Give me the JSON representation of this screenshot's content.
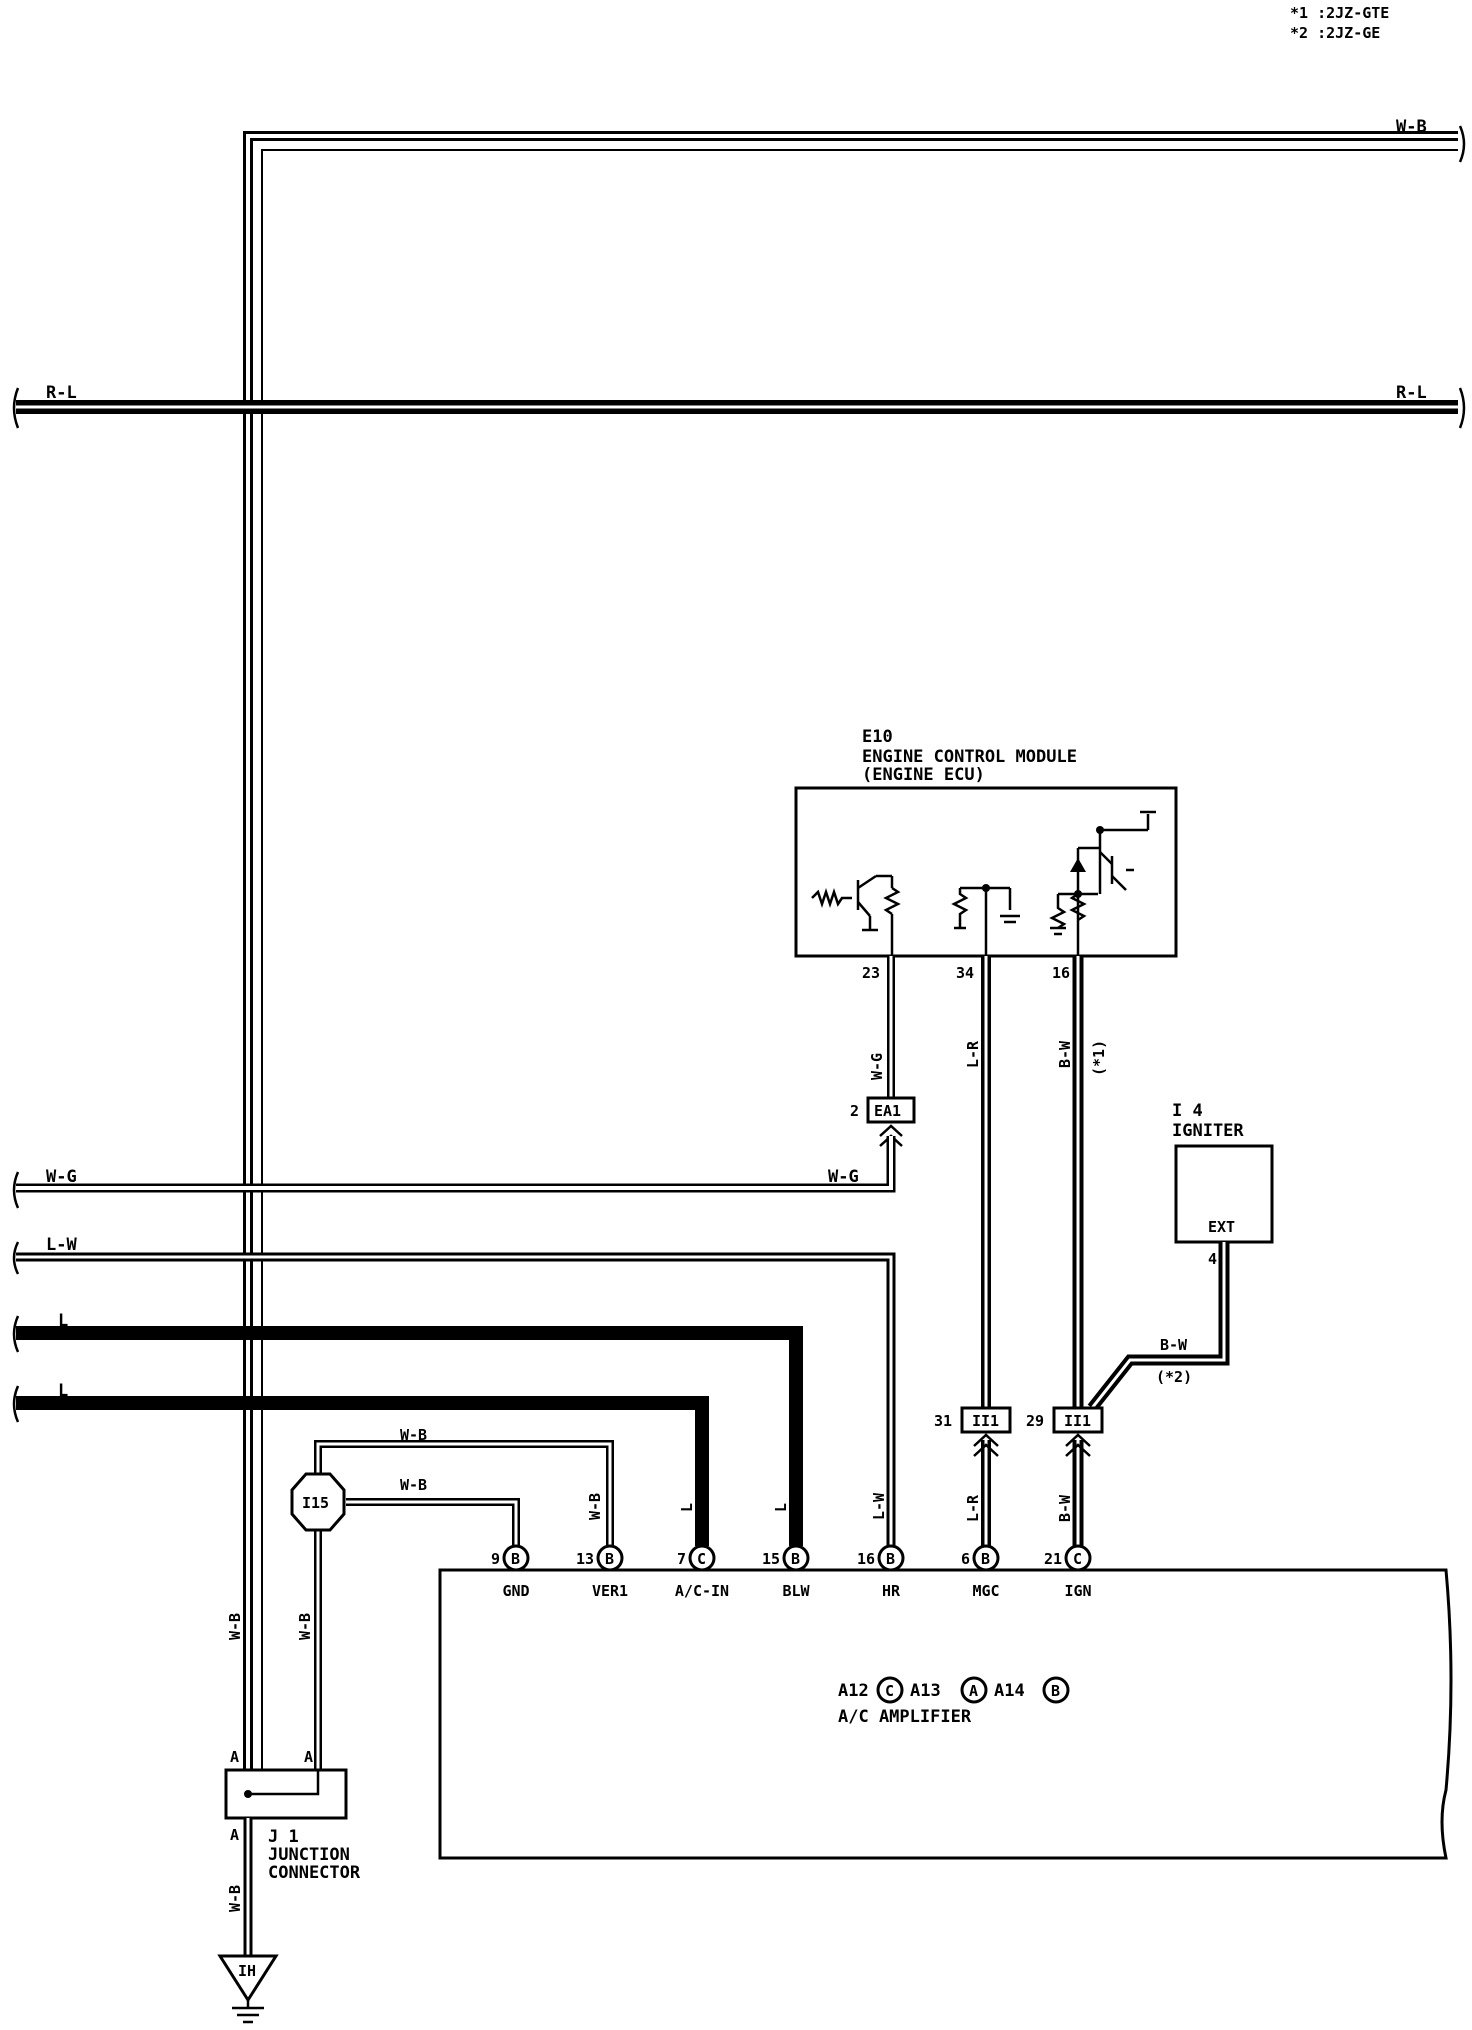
{
  "notes": [
    "*1 :2JZ-GTE",
    "*2 :2JZ-GE"
  ],
  "wire_labels": {
    "top_wb": "W-B",
    "rl_left": "R-L",
    "rl_right": "R-L",
    "wg_left": "W-G",
    "wg_right": "W-G",
    "wg_vert": "W-G",
    "lw_left": "L-W",
    "lw_vert": "L-W",
    "l_left1": "L",
    "l_left2": "L",
    "l_vert1": "L",
    "l_vert2": "L",
    "wb_top1": "W-B",
    "wb_top2": "W-B",
    "wb_v1": "W-B",
    "wb_main": "W-B",
    "wb_i15": "W-B",
    "wb_ground": "W-B",
    "lr_upper": "L-R",
    "lr_lower": "L-R",
    "bw_upper": "B-W",
    "bw_lower": "B-W",
    "bw_igniter": "B-W",
    "note1": "(*1)",
    "note2": "(*2)"
  },
  "ecm": {
    "id": "E10",
    "name_line1": "ENGINE CONTROL MODULE",
    "name_line2": "(ENGINE ECU)",
    "pins": [
      "23",
      "34",
      "16"
    ]
  },
  "igniter": {
    "id": "I 4",
    "name": "IGNITER",
    "terminal": "EXT",
    "pin": "4"
  },
  "connectors": {
    "ea1": "EA1",
    "ea1_pin": "2",
    "ii1": "II1",
    "ii1_pin31": "31",
    "ii1_pin29": "29",
    "i15": "I15"
  },
  "amplifier": {
    "name": "A/C AMPLIFIER",
    "id_prefix": "A12",
    "c1": "C",
    "id_mid": "A13",
    "c2": "A",
    "id_end": "A14",
    "c3": "B",
    "terminals": [
      {
        "num": "9",
        "conn": "B",
        "name": "GND"
      },
      {
        "num": "13",
        "conn": "B",
        "name": "VER1"
      },
      {
        "num": "7",
        "conn": "C",
        "name": "A/C-IN"
      },
      {
        "num": "15",
        "conn": "B",
        "name": "BLW"
      },
      {
        "num": "16",
        "conn": "B",
        "name": "HR"
      },
      {
        "num": "6",
        "conn": "B",
        "name": "MGC"
      },
      {
        "num": "21",
        "conn": "C",
        "name": "IGN"
      }
    ]
  },
  "junction": {
    "id": "J 1",
    "line1": "JUNCTION",
    "line2": "CONNECTOR",
    "pin_a1": "A",
    "pin_a2": "A",
    "pin_a3": "A"
  },
  "ground": {
    "label": "IH"
  }
}
